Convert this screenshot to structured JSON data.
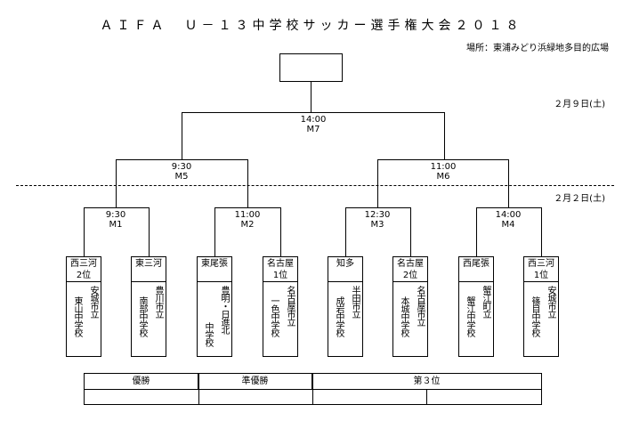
{
  "title": "ＡＩＦＡ　Ｕ－１３中学校サッカー選手権大会２０１８",
  "venue": "場所：東浦みどり浜緑地多目的広場",
  "dates": {
    "final_day": "２月９日(土)",
    "first_day": "２月２日(土)"
  },
  "matches": {
    "m7": {
      "time": "14:00",
      "id": "M7"
    },
    "m5": {
      "time": "9:30",
      "id": "M5"
    },
    "m6": {
      "time": "11:00",
      "id": "M6"
    },
    "m1": {
      "time": "9:30",
      "id": "M1"
    },
    "m2": {
      "time": "11:00",
      "id": "M2"
    },
    "m3": {
      "time": "12:30",
      "id": "M3"
    },
    "m4": {
      "time": "14:00",
      "id": "M4"
    }
  },
  "teams": [
    {
      "pref": "西三河",
      "rank": "2位",
      "col1": "安城市立",
      "col2": "東山中学校"
    },
    {
      "pref": "東三河",
      "rank": "",
      "col1": "豊川市立",
      "col2": "南部中学校"
    },
    {
      "pref": "東尾張",
      "rank": "",
      "col1": "豊明・日進北",
      "col2": "中学校"
    },
    {
      "pref": "名古屋",
      "rank": "1位",
      "col1": "名古屋市立",
      "col2": "一色中学校"
    },
    {
      "pref": "知多",
      "rank": "",
      "col1": "半田市立",
      "col2": "成岩中学校"
    },
    {
      "pref": "名古屋",
      "rank": "2位",
      "col1": "名古屋市立",
      "col2": "本城中学校"
    },
    {
      "pref": "西尾張",
      "rank": "",
      "col1": "蟹江町立",
      "col2": "蟹江中学校"
    },
    {
      "pref": "西三河",
      "rank": "1位",
      "col1": "安城市立",
      "col2": "篠目中学校"
    }
  ],
  "results": {
    "winner": "優勝",
    "runner_up": "準優勝",
    "third": "第３位"
  }
}
